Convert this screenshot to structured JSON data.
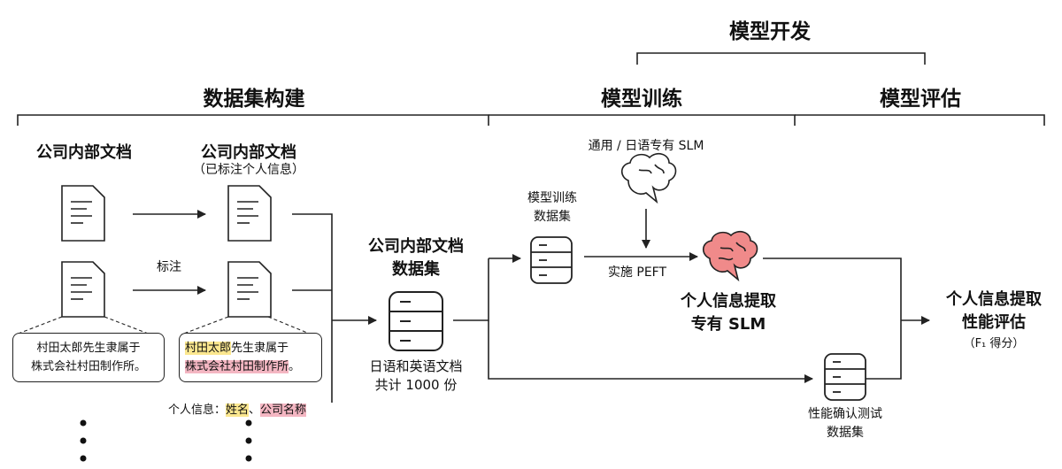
{
  "headers": {
    "model_dev": "模型开发",
    "dataset_build": "数据集构建",
    "model_training": "模型训练",
    "model_eval": "模型评估"
  },
  "docs": {
    "internal_docs": "公司内部文档",
    "annotated_docs_title": "公司内部文档",
    "annotated_docs_sub": "（已标注个人信息）",
    "annotate_label": "标注"
  },
  "sample_text": {
    "raw_line1": "村田太郎先生隶属于",
    "raw_line2": "株式会社村田制作所。",
    "ann_name": "村田太郎",
    "ann_rest1": "先生隶属于",
    "ann_company": "株式会社村田制作所",
    "ann_end": "。",
    "pii_prefix": "个人信息：",
    "pii_name": "姓名",
    "pii_sep": "、",
    "pii_company": "公司名称"
  },
  "dataset": {
    "title_line1": "公司内部文档",
    "title_line2": "数据集",
    "desc_line1": "日语和英语文档",
    "desc_line2": "共计 1000 份"
  },
  "training": {
    "general_slm": "通用 / 日语专有 SLM",
    "train_data_line1": "模型训练",
    "train_data_line2": "数据集",
    "peft": "实施 PEFT",
    "slm_line1": "个人信息提取",
    "slm_line2": "专有 SLM"
  },
  "evaluation": {
    "test_data_line1": "性能确认测试",
    "test_data_line2": "数据集",
    "result_line1": "个人信息提取",
    "result_line2": "性能评估",
    "result_line3": "（F₁ 得分）"
  },
  "colors": {
    "highlight_name": "#fbe78f",
    "highlight_company": "#f4b6c2",
    "brain_fine_tuned": "#f08a8a",
    "stroke": "#222222"
  }
}
